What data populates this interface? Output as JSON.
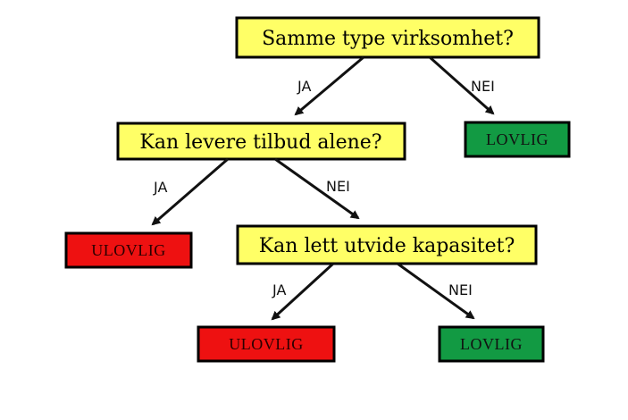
{
  "colors": {
    "question_fill": "#ffff66",
    "legal_fill": "#129a43",
    "illegal_fill": "#ee1111",
    "result_text": "#111111",
    "illegal_text": "#2a0000"
  },
  "nodes": {
    "q1": {
      "text": "Samme type virksomhet?"
    },
    "q2": {
      "text": "Kan levere tilbud alene?"
    },
    "q3": {
      "text": "Kan lett utvide kapasitet?"
    },
    "r_q1_nei": {
      "text": "LOVLIG",
      "kind": "legal"
    },
    "r_q2_ja": {
      "text": "ULOVLIG",
      "kind": "illegal"
    },
    "r_q3_ja": {
      "text": "ULOVLIG",
      "kind": "illegal"
    },
    "r_q3_nei": {
      "text": "LOVLIG",
      "kind": "legal"
    }
  },
  "edges": {
    "q1_ja": {
      "label": "JA"
    },
    "q1_nei": {
      "label": "NEI"
    },
    "q2_ja": {
      "label": "JA"
    },
    "q2_nei": {
      "label": "NEI"
    },
    "q3_ja": {
      "label": "JA"
    },
    "q3_nei": {
      "label": "NEI"
    }
  }
}
